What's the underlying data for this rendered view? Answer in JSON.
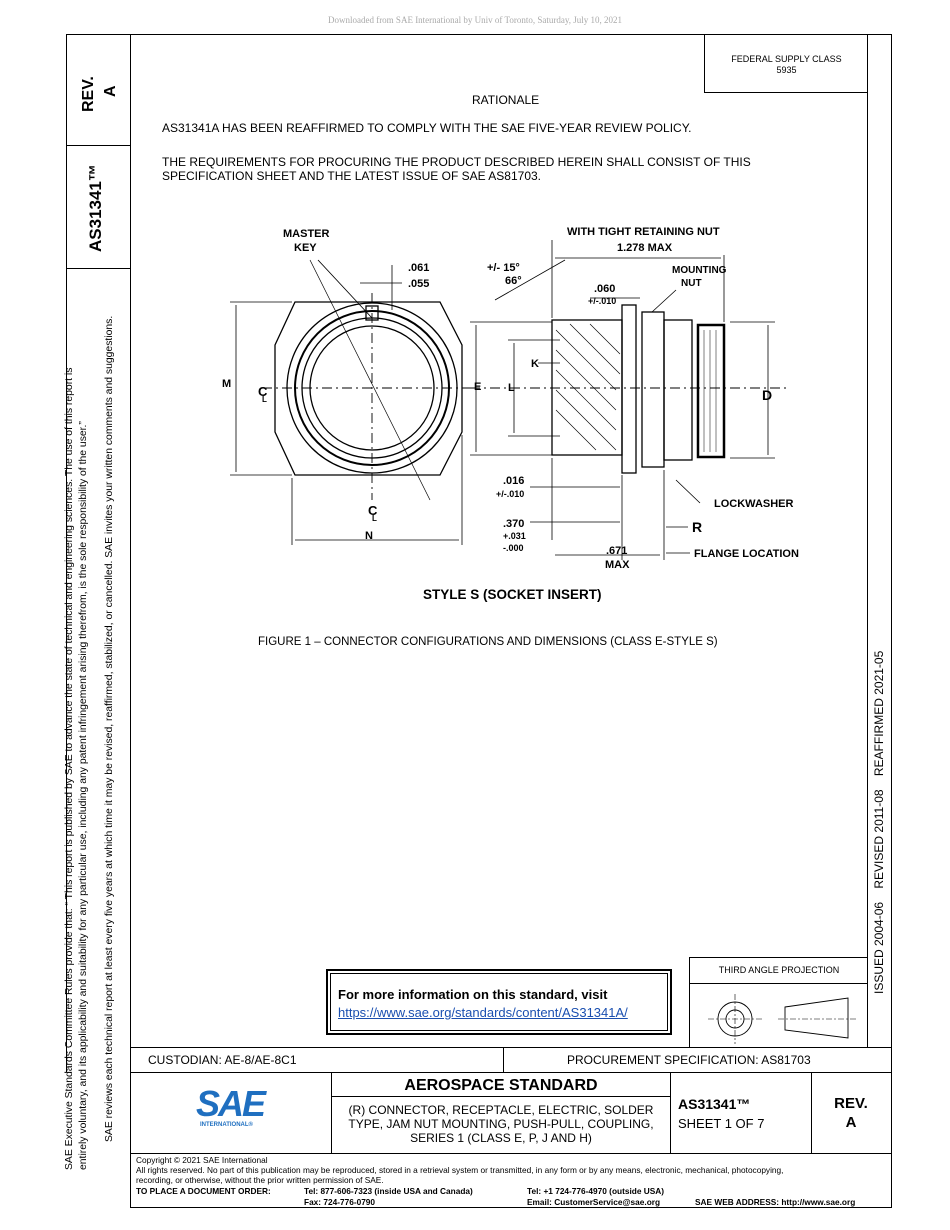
{
  "download_note": "Downloaded from SAE International by Univ of Toronto, Saturday, July 10, 2021",
  "federal_supply": {
    "label": "FEDERAL SUPPLY CLASS",
    "value": "5935"
  },
  "left_strip": {
    "rev_label": "REV.",
    "rev_value": "A",
    "doc_id": "AS31341™",
    "notice_line1": "SAE Executive Standards Committee Rules provide that: “ This report is published by SAE to advance the state of technical and engineering sciences. The use of this report is",
    "notice_line2": "entirely voluntary, and its applicability and suitability for any particular use, including any patent infringement arising therefrom, is the sole responsibility of the user.”",
    "notice_line3": "SAE reviews each technical report at least every five years at which time it may be revised, reaffirmed, stabilized, or cancelled. SAE invites your written comments and suggestions."
  },
  "right_strip": {
    "history": "ISSUED 2004-06    REVISED 2011-08    REAFFIRMED 2021-05"
  },
  "body": {
    "rationale_title": "RATIONALE",
    "rationale_text": "AS31341A HAS BEEN REAFFIRMED TO COMPLY WITH THE SAE FIVE-YEAR REVIEW POLICY.",
    "requirements_line1": "THE REQUIREMENTS FOR PROCURING THE PRODUCT DESCRIBED HEREIN SHALL CONSIST OF THIS",
    "requirements_line2": "SPECIFICATION SHEET AND THE LATEST ISSUE OF SAE AS81703.",
    "figure_caption": "FIGURE 1 – CONNECTOR CONFIGURATIONS AND DIMENSIONS (CLASS E-STYLE S)"
  },
  "drawing": {
    "master_key": "MASTER",
    "master_key2": "KEY",
    "dim_061": ".061",
    "dim_055": ".055",
    "tol_15": "+/- 15°",
    "angle_66": "66°",
    "dim_060": ".060",
    "tol_010": "+/-.010",
    "with_tight": "WITH TIGHT RETAINING NUT",
    "max_1278": "1.278 MAX",
    "mounting": "MOUNTING",
    "nut": "NUT",
    "label_m": "M",
    "label_cl": "C",
    "label_cl_l": "L",
    "label_e": "E",
    "label_l": "L",
    "label_k": "K",
    "label_d": "D",
    "label_n": "N",
    "label_r": "R",
    "dim_016": ".016",
    "tol_016": "+/-.010",
    "dim_370": ".370",
    "tol_370a": "+.031",
    "tol_370b": "-.000",
    "dim_671": ".671",
    "max_671": "MAX",
    "lockwasher": "LOCKWASHER",
    "flange": "FLANGE LOCATION",
    "style": "STYLE S (SOCKET INSERT)"
  },
  "info_box": {
    "title": "For more information on this standard, visit",
    "link": "https://www.sae.org/standards/content/AS31341A/"
  },
  "projection": {
    "label": "THIRD ANGLE PROJECTION"
  },
  "title_block": {
    "custodian": "CUSTODIAN: AE-8/AE-8C1",
    "procurement": "PROCUREMENT SPECIFICATION: AS81703",
    "logo_text": "SAE",
    "logo_sub": "INTERNATIONAL®",
    "standard": "AEROSPACE STANDARD",
    "desc_line1": "(R) CONNECTOR, RECEPTACLE, ELECTRIC, SOLDER",
    "desc_line2": "TYPE, JAM NUT MOUNTING, PUSH-PULL, COUPLING,",
    "desc_line3": "SERIES 1 (CLASS E, P, J AND H)",
    "doc_id": "AS31341™",
    "sheet": "SHEET 1 OF 7",
    "rev_label": "REV.",
    "rev_value": "A"
  },
  "footer": {
    "copyright": "Copyright © 2021 SAE International",
    "rights1": "All rights reserved. No part of this publication may be reproduced, stored in a retrieval system or transmitted, in any form or by any means, electronic, mechanical, photocopying,",
    "rights2": "recording, or otherwise, without the prior written permission of SAE.",
    "order_label": "TO PLACE A DOCUMENT ORDER:",
    "tel_usa": "Tel: 877-606-7323 (inside USA and Canada)",
    "fax": "Fax: 724-776-0790",
    "tel_out": "Tel: +1 724-776-4970 (outside USA)",
    "email": "Email: CustomerService@sae.org",
    "web": "SAE WEB ADDRESS: http://www.sae.org"
  },
  "colors": {
    "link": "#1a4fb0",
    "logo_blue": "#1f6fc0"
  }
}
